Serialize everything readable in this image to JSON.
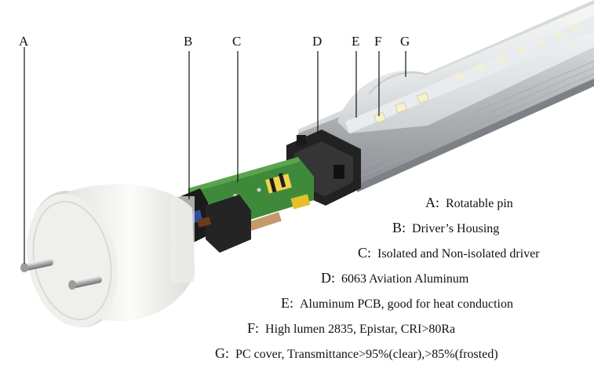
{
  "callouts": [
    "A",
    "B",
    "C",
    "D",
    "E",
    "F",
    "G"
  ],
  "legend": [
    {
      "key": "A:",
      "text": "Rotatable pin"
    },
    {
      "key": "B:",
      "text": "Driver’s Housing"
    },
    {
      "key": "C:",
      "text": "Isolated and Non-isolated driver"
    },
    {
      "key": "D:",
      "text": "6063 Aviation Aluminum"
    },
    {
      "key": "E:",
      "text": "Aluminum PCB, good for heat conduction"
    },
    {
      "key": "F:",
      "text": "High lumen 2835, Epistar, CRI>80Ra"
    },
    {
      "key": "G:",
      "text": "PC cover, Transmittance>95%(clear),>85%(frosted)"
    }
  ],
  "colors": {
    "background": "#ffffff",
    "aluminum": "#b9bdc0",
    "pcb_green": "#3f8a3a",
    "end_cap": "#f1f1ef",
    "housing_black": "#1c1c1c",
    "led_yellow": "#f2d44b"
  }
}
